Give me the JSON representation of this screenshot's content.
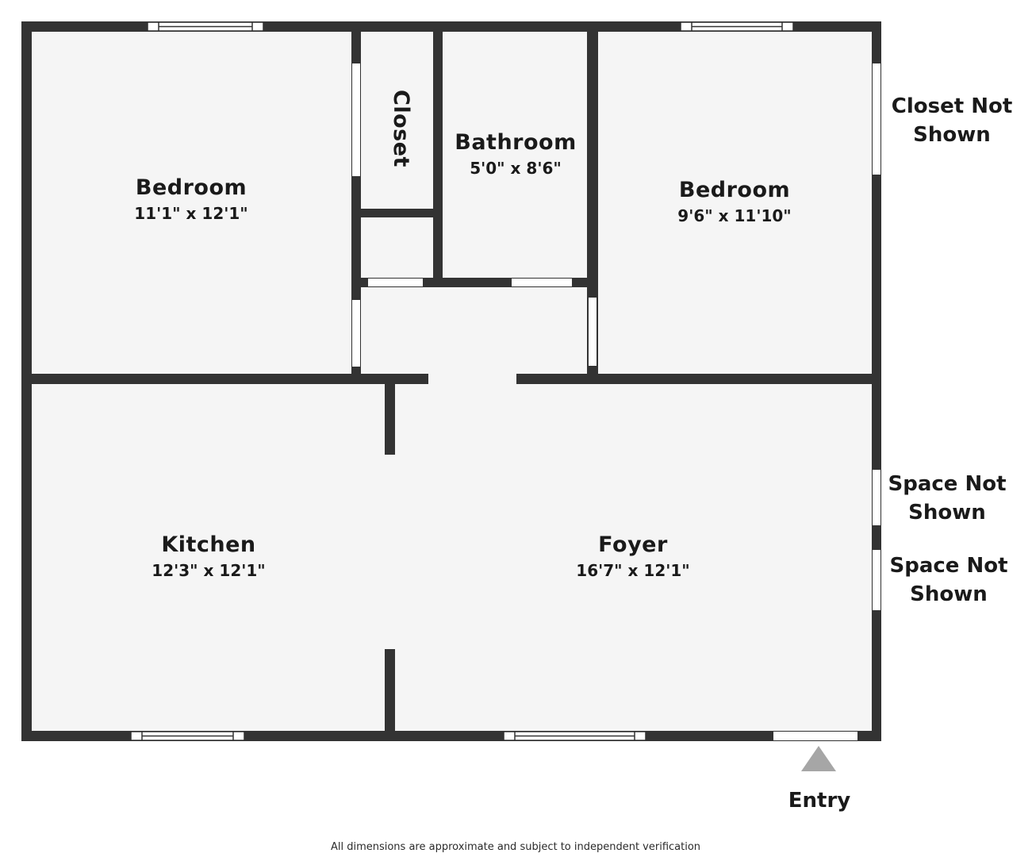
{
  "rooms": {
    "bedroom_left": {
      "name": "Bedroom",
      "dims": "11'1\" x 12'1\""
    },
    "closet": {
      "name": "Closet"
    },
    "bathroom": {
      "name": "Bathroom",
      "dims": "5'0\" x 8'6\""
    },
    "bedroom_right": {
      "name": "Bedroom",
      "dims": "9'6\" x 11'10\""
    },
    "kitchen": {
      "name": "Kitchen",
      "dims": "12'3\" x 12'1\""
    },
    "foyer": {
      "name": "Foyer",
      "dims": "16'7\" x 12'1\""
    }
  },
  "side_labels": {
    "closet_not_shown": [
      "Closet Not",
      "Shown"
    ],
    "space_not_shown_1": [
      "Space Not",
      "Shown"
    ],
    "space_not_shown_2": [
      "Space Not",
      "Shown"
    ]
  },
  "entry": {
    "label": "Entry"
  },
  "footnote": "All dimensions are approximate and subject to independent verification",
  "colors": {
    "wall": "#333333",
    "floor": "#f5f5f5",
    "opening": "#ffffff",
    "entry_arrow": "#a6a6a6"
  }
}
